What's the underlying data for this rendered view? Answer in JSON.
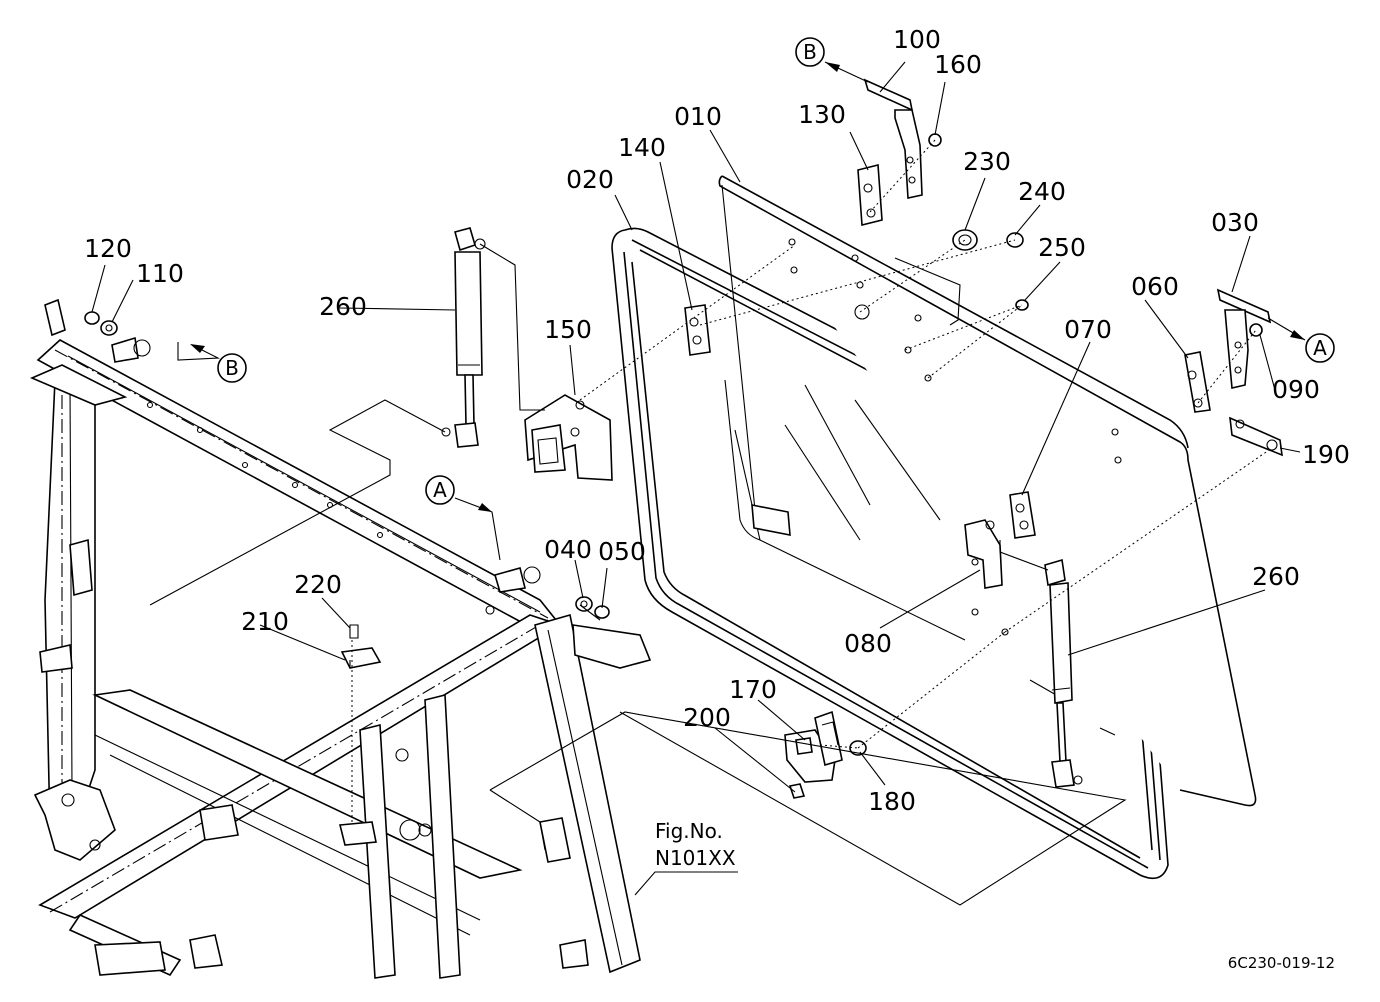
{
  "figure": {
    "fig_caption_line1": "Fig.No.",
    "fig_caption_line2": "N101XX",
    "drawing_code": "6C230-019-12"
  },
  "ref_markers": {
    "a": "A",
    "b": "B"
  },
  "part_labels": {
    "p010": "010",
    "p020": "020",
    "p030": "030",
    "p040": "040",
    "p050": "050",
    "p060": "060",
    "p070": "070",
    "p080": "080",
    "p090": "090",
    "p100": "100",
    "p110": "110",
    "p120": "120",
    "p130": "130",
    "p140": "140",
    "p150": "150",
    "p160": "160",
    "p170": "170",
    "p180": "180",
    "p190": "190",
    "p200": "200",
    "p210": "210",
    "p220": "220",
    "p230": "230",
    "p240": "240",
    "p250": "250",
    "p260": "260"
  }
}
